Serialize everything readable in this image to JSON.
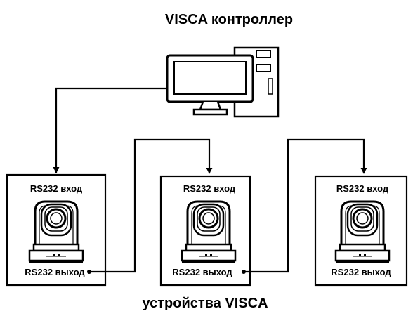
{
  "diagram": {
    "controller_title": "VISCA контроллер",
    "devices_title": "устройства VISCA",
    "devices": [
      {
        "input_label": "RS232 вход",
        "output_label": "RS232 выход"
      },
      {
        "input_label": "RS232 вход",
        "output_label": "RS232 выход"
      },
      {
        "input_label": "RS232 вход",
        "output_label": "RS232 выход"
      }
    ],
    "icons": {
      "controller": "computer-icon",
      "device": "ptz-camera-icon"
    },
    "colors": {
      "line": "#000000",
      "background": "#ffffff"
    }
  }
}
